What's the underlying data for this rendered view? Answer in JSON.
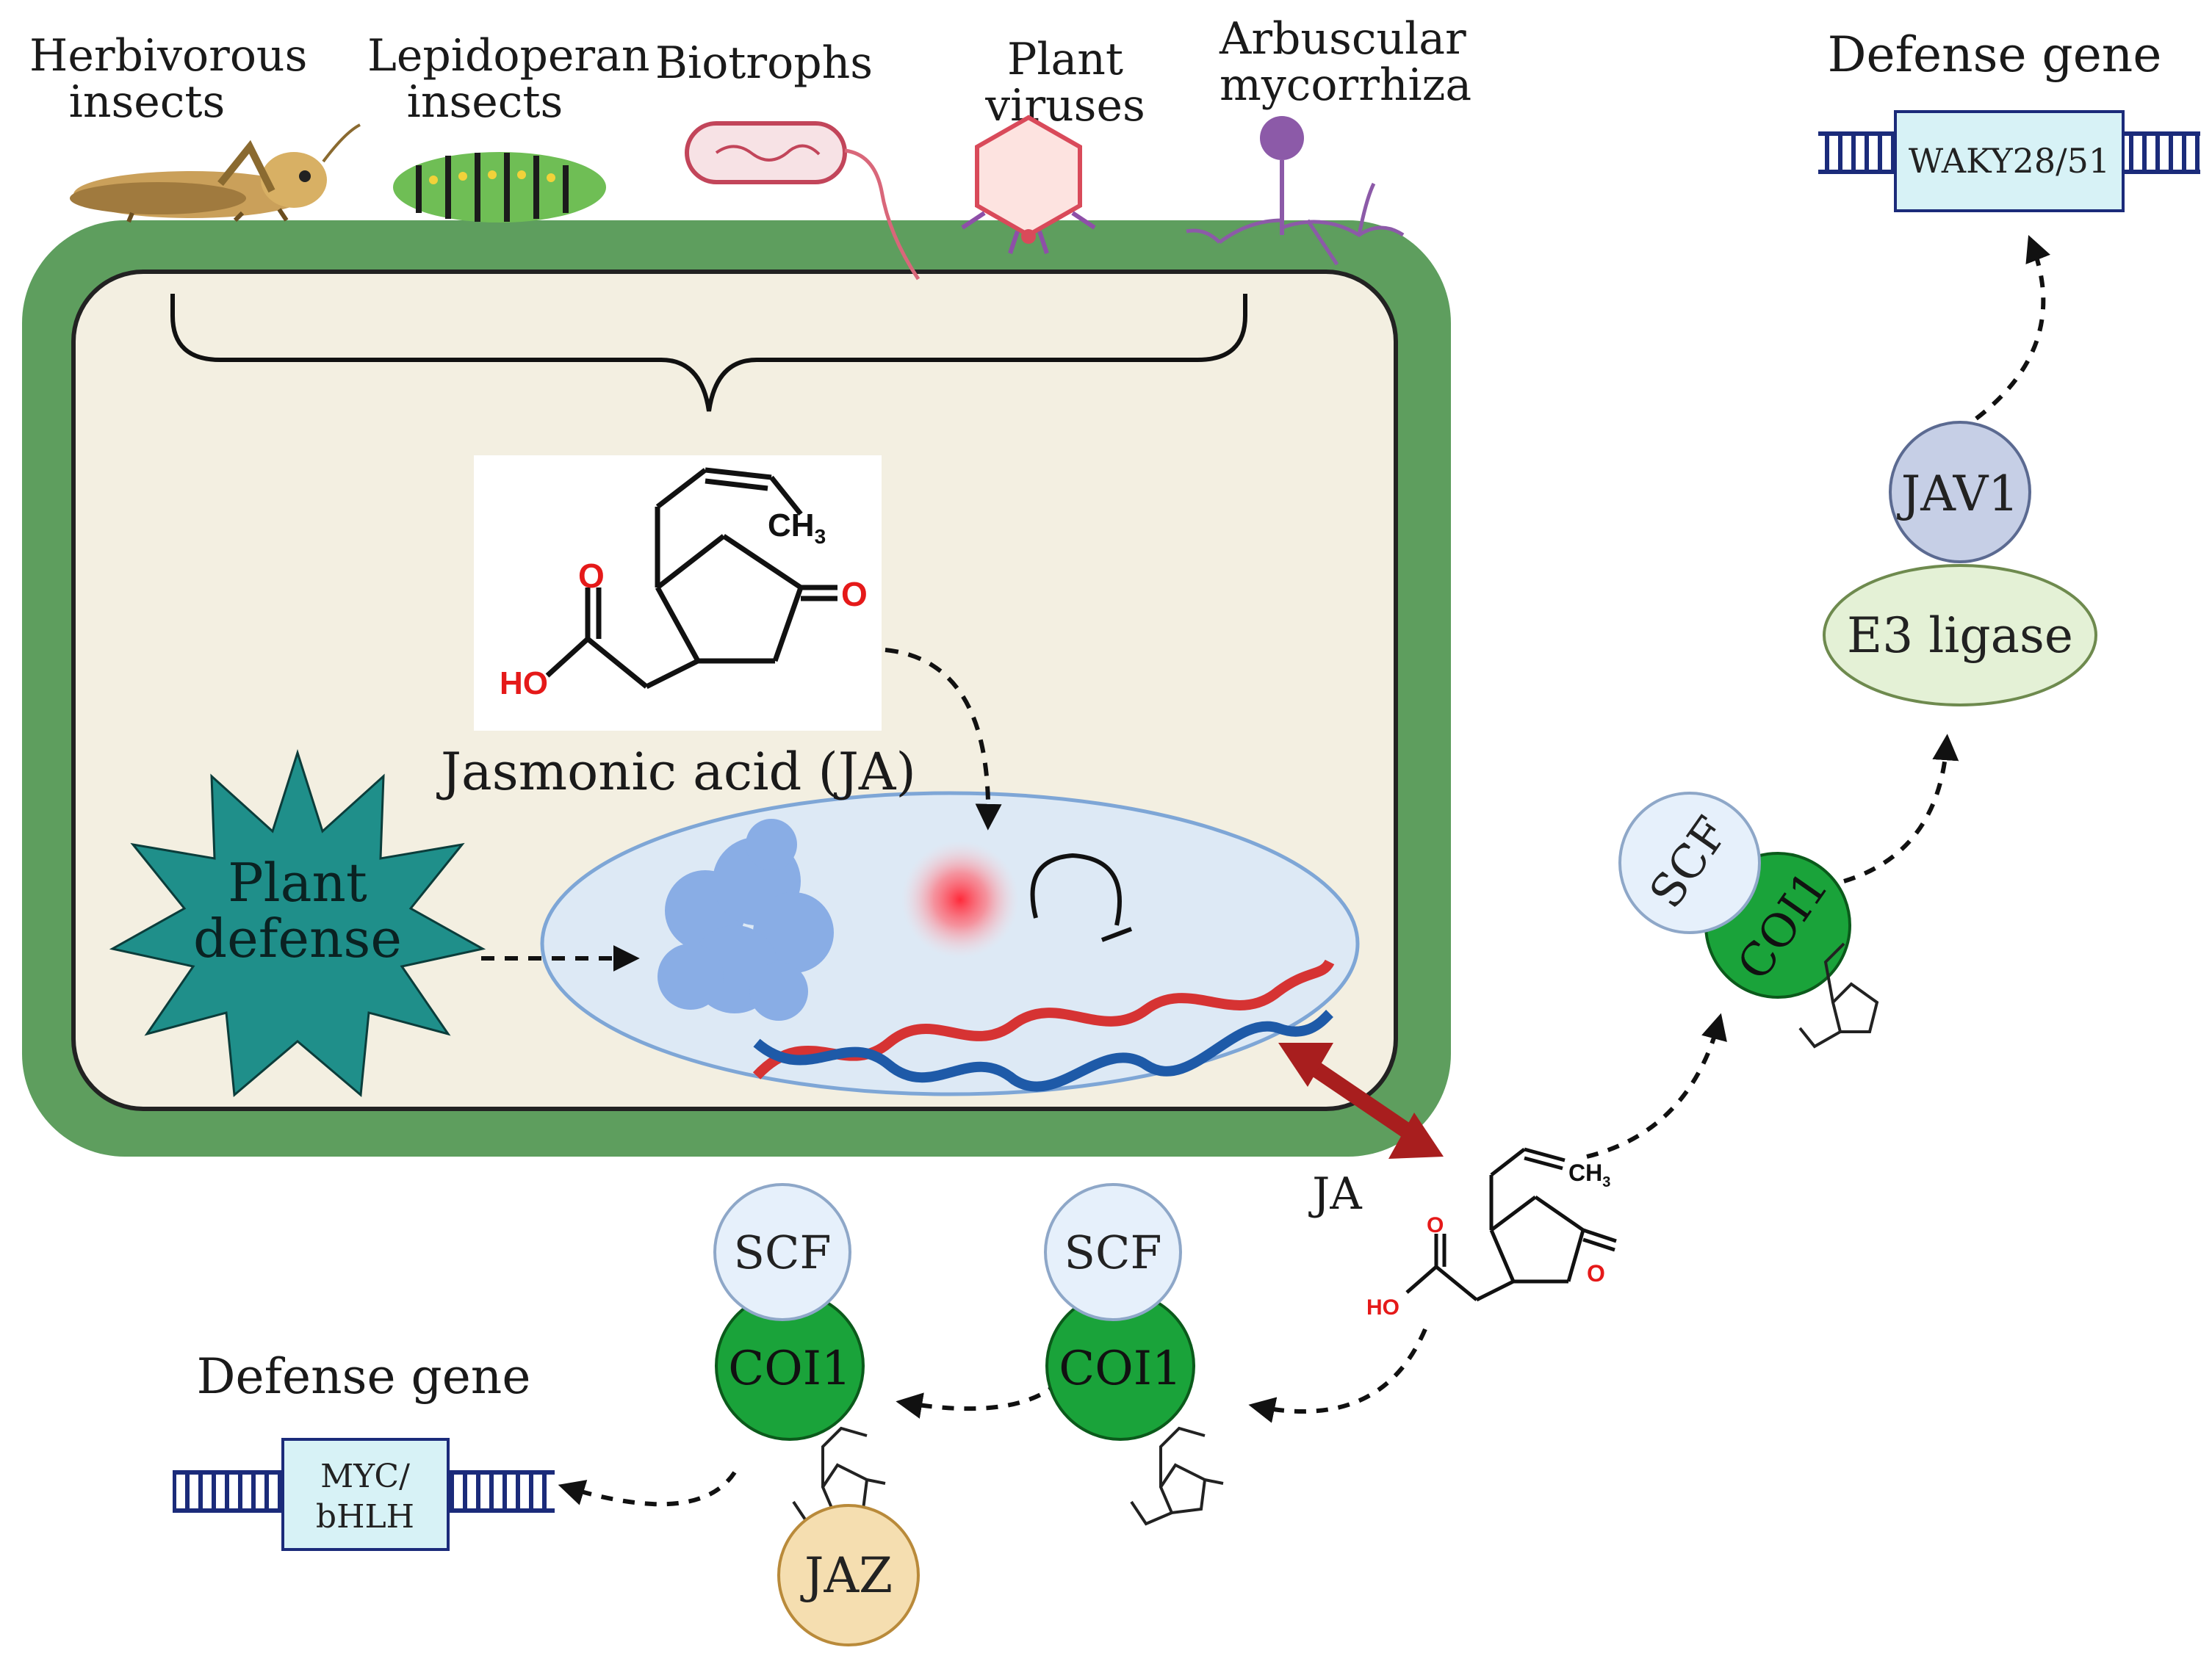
{
  "pathogens": [
    {
      "line1": "Herbivorous",
      "line2": "insects",
      "icon": "grasshopper-icon"
    },
    {
      "line1": "Lepidoperan",
      "line2": "insects",
      "icon": "caterpillar-icon"
    },
    {
      "line1": "Biotrophs",
      "line2": "",
      "icon": "bacterium-icon"
    },
    {
      "line1": "Plant viruses",
      "line2": "",
      "icon": "virus-icon"
    },
    {
      "line1": "Arbuscular",
      "line2": "mycorrhiza",
      "icon": "fungus-icon"
    }
  ],
  "cell": {
    "ja_caption": "Jasmonic acid (JA)",
    "plant_defense_line1": "Plant",
    "plant_defense_line2": "defense"
  },
  "molecule": {
    "ch3": "CH",
    "ch3_sub": "3",
    "o": "O",
    "ho": "HO"
  },
  "outside": {
    "ja_label": "JA",
    "scf": "SCF",
    "coi1": "COI1",
    "jaz": "JAZ",
    "jav1": "JAV1",
    "e3": "E3 ligase",
    "defense_gene_top": "Defense gene",
    "defense_gene_bottom": "Defense gene",
    "waky": "WAKY28/51",
    "myc_line1": "MYC/",
    "myc_line2": "bHLH"
  },
  "colors": {
    "cell_wall": "#5e9e5e",
    "cytoplasm": "#f3efe1",
    "nucleus": "#dde9f5",
    "plant_defense": "#1f8f8a",
    "coi1": "#1aa33a",
    "scf": "#e6f0fb",
    "jav1": "#c6cfe6",
    "e3": "#e4f1d6",
    "jaz": "#f5deb0",
    "arrow_red": "#a81e1e",
    "dna_red": "#d63333",
    "dna_blue": "#1e5aa8"
  }
}
